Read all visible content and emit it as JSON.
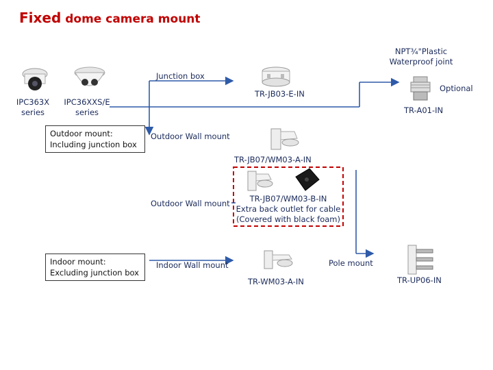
{
  "title": {
    "part1": "Fixed",
    "part2": "dome camera mount"
  },
  "cameras": [
    {
      "label_line1": "IPC363X",
      "label_line2": "series"
    },
    {
      "label_line1": "IPC36XXS/E",
      "label_line2": "series"
    }
  ],
  "junction_box": {
    "label": "Junction box",
    "model": "TR-JB03-E-IN"
  },
  "npt_joint": {
    "line1": "NPT¾\"Plastic",
    "line2": "Waterproof joint"
  },
  "optional": {
    "label": "Optional",
    "model": "TR-A01-IN"
  },
  "outdoor_mount": {
    "line1": "Outdoor mount:",
    "line2": "Including junction box"
  },
  "outdoor_wall_mount": {
    "label": "Outdoor Wall mount",
    "model": "TR-JB07/WM03-A-IN"
  },
  "outdoor_wall_mount_b": {
    "label": "Outdoor Wall mount",
    "model": "TR-JB07/WM03-B-IN",
    "note1": "Extra back outlet for cable",
    "note2": "(Covered with black foam)"
  },
  "indoor_mount": {
    "line1": "Indoor mount:",
    "line2": "Excluding junction box"
  },
  "indoor_wall_mount": {
    "label": "Indoor Wall mount",
    "model": "TR-WM03-A-IN"
  },
  "pole_mount": {
    "label": "Pole mount",
    "model": "TR-UP06-IN"
  },
  "colors": {
    "title": "#c00000",
    "arrow": "#2e5aa8",
    "dashed_box": "#c00000",
    "text": "#1a2a5a"
  }
}
